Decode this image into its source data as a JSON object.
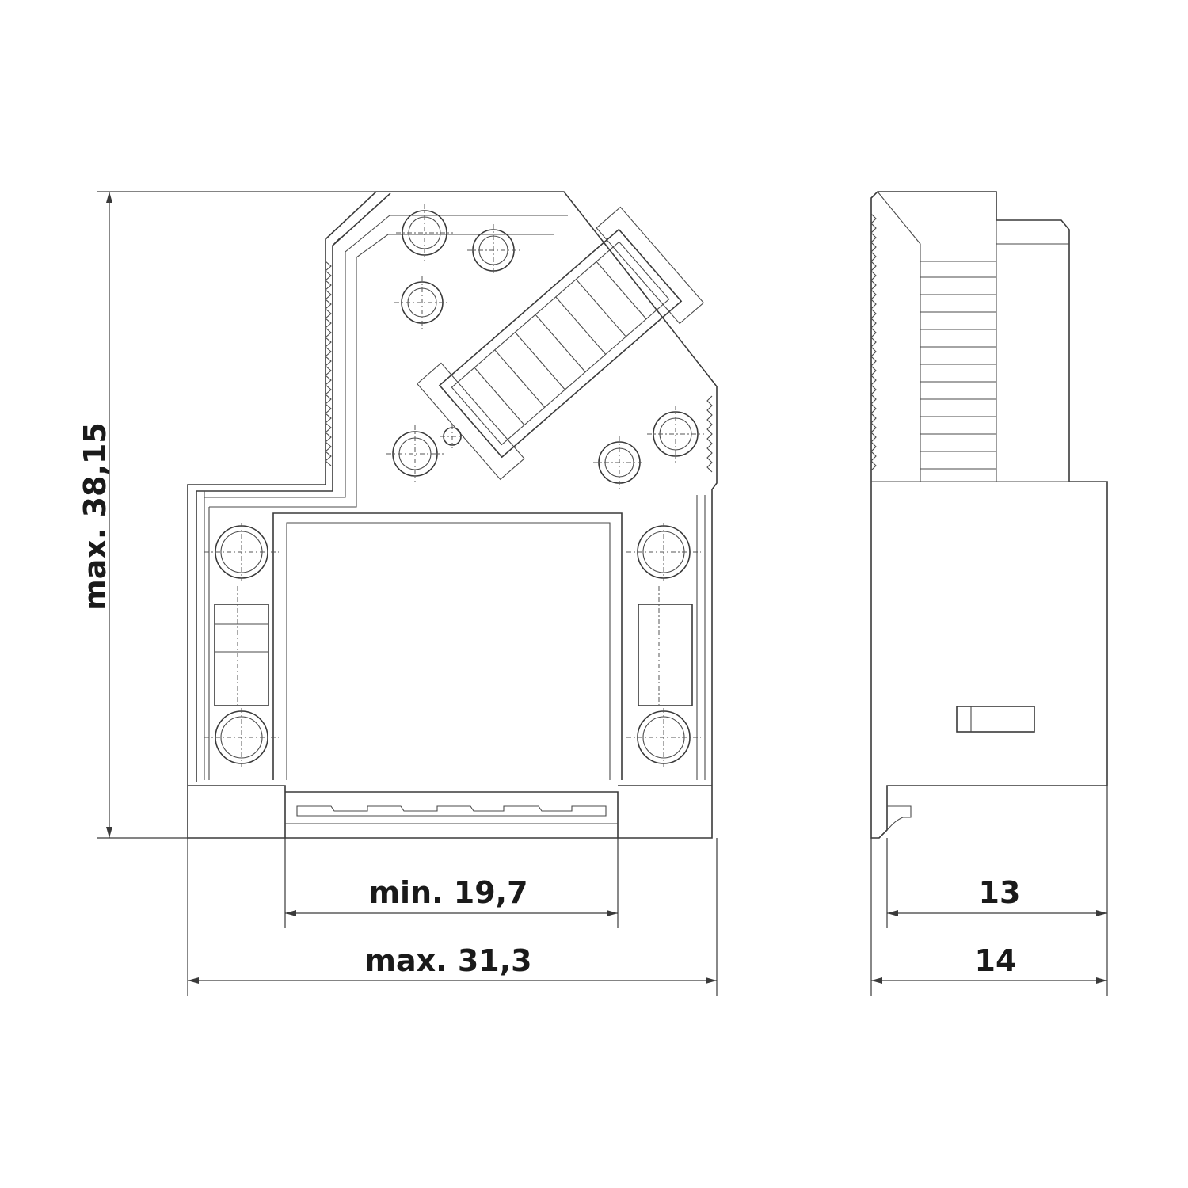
{
  "dimensions": {
    "height_max": "max. 38,15",
    "inner_width_min": "min. 19,7",
    "overall_width_max": "max. 31,3",
    "side_inner_width": "13",
    "side_overall_width": "14"
  },
  "colors": {
    "line": "#3a3a3a",
    "background": "#ffffff"
  }
}
